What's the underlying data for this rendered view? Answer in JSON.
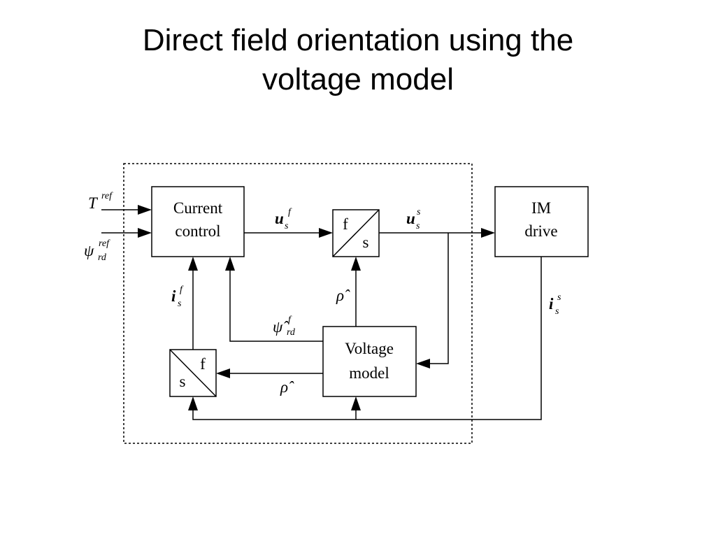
{
  "title": {
    "line1": "Direct field orientation using the",
    "line2": "voltage model"
  },
  "blocks": {
    "current_control": {
      "line1": "Current",
      "line2": "control"
    },
    "im_drive": {
      "line1": "IM",
      "line2": "drive"
    },
    "voltage_model": {
      "line1": "Voltage",
      "line2": "model"
    },
    "f_to_s": {
      "top": "f",
      "bottom": "s"
    },
    "s_to_f": {
      "top": "f",
      "bottom": "s"
    }
  },
  "signals": {
    "torque_ref": {
      "base": "T",
      "sup": "ref"
    },
    "flux_ref": {
      "base": "ψ",
      "sup": "ref",
      "sub": "rd"
    },
    "us_field": {
      "base": "u",
      "sub": "s",
      "sup": "f"
    },
    "us_stator": {
      "base": "u",
      "sub": "s",
      "sup": "s"
    },
    "is_field": {
      "base": "i",
      "sub": "s",
      "sup": "f"
    },
    "is_stator": {
      "base": "i",
      "sub": "s",
      "sup": "s"
    },
    "rho_hat_top": {
      "base": "ρ̂"
    },
    "rho_hat_bottom": {
      "base": "ρ̂"
    },
    "psi_hat": {
      "base": "ψ̂",
      "sub": "rd",
      "sup": "f"
    }
  }
}
